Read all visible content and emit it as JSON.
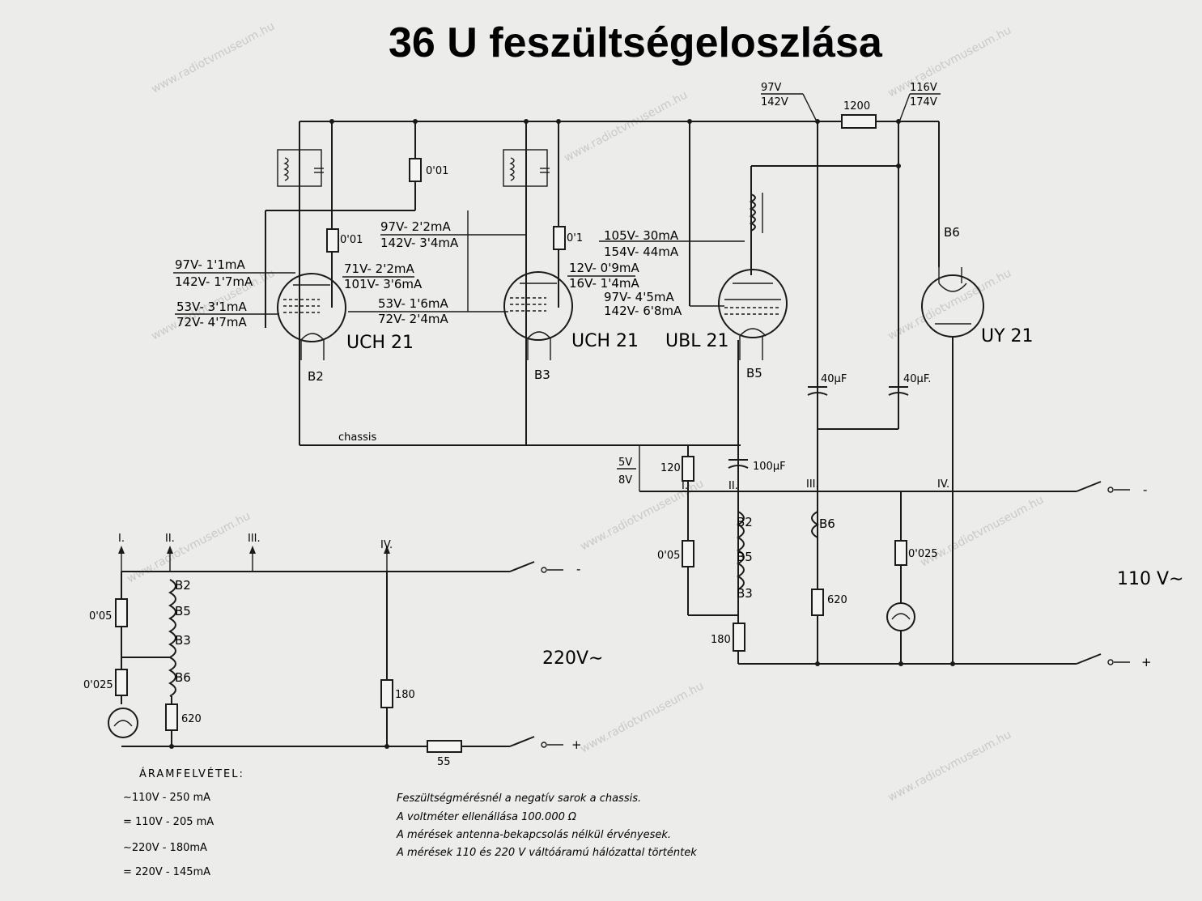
{
  "title": "36 U  feszültségeloszlása",
  "tubes": {
    "uch21_a": "UCH 21",
    "uch21_b": "UCH 21",
    "ubl21": "UBL 21",
    "uy21": "UY 21"
  },
  "bulbs": {
    "b2": "B2",
    "b3": "B3",
    "b5": "B5",
    "b6": "B6"
  },
  "measurements": {
    "m1a": "97V- 1'1mA",
    "m1b": "142V- 1'7mA",
    "m2a": "53V- 3'1mA",
    "m2b": "72V- 4'7mA",
    "m3a": "71V- 2'2mA",
    "m3b": "101V- 3'6mA",
    "m4a": "97V- 2'2mA",
    "m4b": "142V- 3'4mA",
    "m5a": "53V- 1'6mA",
    "m5b": "72V- 2'4mA",
    "m6a": "12V- 0'9mA",
    "m6b": "16V- 1'4mA",
    "m7a": "105V- 30mA",
    "m7b": "154V- 44mA",
    "m8a": "97V- 4'5mA",
    "m8b": "142V- 6'8mA",
    "m9a": "97V",
    "m9b": "142V",
    "m10a": "116V",
    "m10b": "174V",
    "m11a": "5V",
    "m11b": "8V"
  },
  "components": {
    "c001a": "0'01",
    "c001b": "0'01",
    "c01": "0'1",
    "r1200": "1200",
    "cap40a": "40µF",
    "cap40b": "40µF.",
    "cap100": "100µF",
    "r120": "120",
    "c005r": "0'05",
    "r180r": "180",
    "r620r": "620",
    "c0025r": "0'025",
    "c005l": "0'05",
    "c0025l": "0'025",
    "r620l": "620",
    "r180l": "180",
    "r55": "55"
  },
  "chassis": "chassis",
  "bus_marks": {
    "i": "I.",
    "ii": "II.",
    "iii": "III.",
    "iv": "IV."
  },
  "right_marks": {
    "i": "I.",
    "ii": "II.",
    "iii": "III.",
    "iv": "IV."
  },
  "mains_110": "110 V∼",
  "mains_220": "220V∼",
  "polarity": {
    "minus": "-",
    "plus": "+"
  },
  "current": {
    "heading": "ÁRAMFELVÉTEL:",
    "rows": [
      "∼110V - 250 mA",
      "= 110V - 205 mA",
      "∼220V - 180mA",
      "= 220V - 145mA"
    ]
  },
  "notes": [
    "Feszültségmérésnél a negatív sarok a chassis.",
    "A voltméter ellenállása  100.000 Ω",
    "A mérések antenna-bekapcsolás nélkül érvényesek.",
    "A mérések 110 és 220 V  váltóáramú hálózattal történtek"
  ]
}
